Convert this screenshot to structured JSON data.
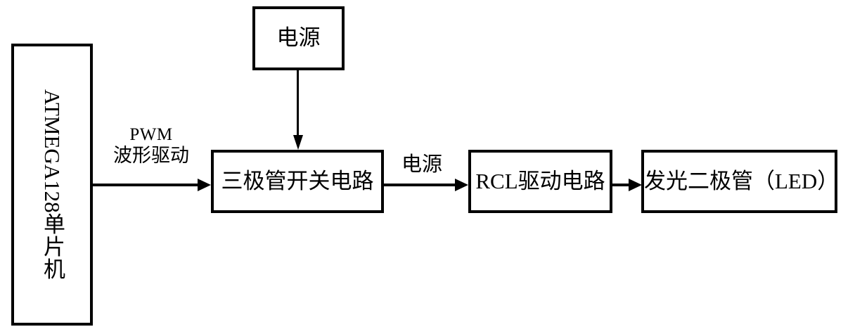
{
  "diagram": {
    "title": "LED PWM drive block diagram",
    "background_color": "#ffffff",
    "line_color": "#000000",
    "text_color": "#000000",
    "nodes": [
      {
        "id": "mcu",
        "label": "ATMEGA128单片机",
        "label_latin": "ATMEGA128",
        "label_cjk": "单片机",
        "orientation": "vertical"
      },
      {
        "id": "power",
        "label": "电源",
        "orientation": "horizontal"
      },
      {
        "id": "transistor",
        "label": "三极管开关电路",
        "orientation": "horizontal"
      },
      {
        "id": "rcl",
        "label": "RCL驱动电路",
        "orientation": "horizontal"
      },
      {
        "id": "led",
        "label": "发光二极管（LED）",
        "orientation": "horizontal"
      }
    ],
    "edges": [
      {
        "id": "mcu-to-transistor",
        "from": "mcu",
        "to": "transistor",
        "direction": "right",
        "label_line1": "PWM",
        "label_line2": "波形驱动"
      },
      {
        "id": "power-to-transistor",
        "from": "power",
        "to": "transistor",
        "direction": "down",
        "label_line1": "",
        "label_line2": ""
      },
      {
        "id": "transistor-to-rcl",
        "from": "transistor",
        "to": "rcl",
        "direction": "right",
        "label_line1": "电源",
        "label_line2": ""
      },
      {
        "id": "rcl-to-led",
        "from": "rcl",
        "to": "led",
        "direction": "right",
        "label_line1": "",
        "label_line2": ""
      }
    ]
  }
}
